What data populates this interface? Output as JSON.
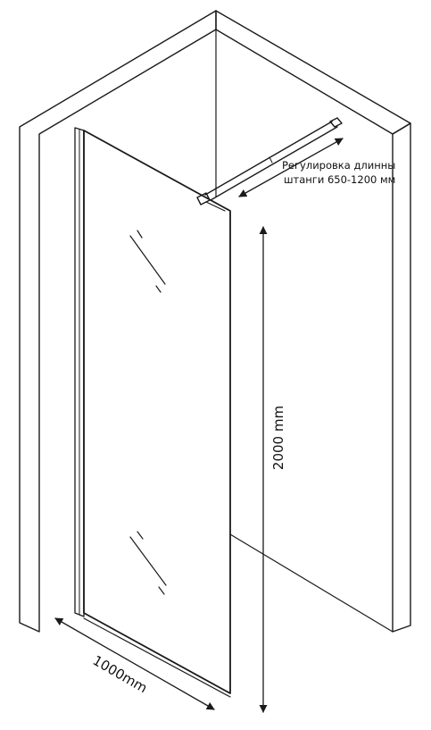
{
  "labels": {
    "rod_adjust_line1": "Регулировка длинны",
    "rod_adjust_line2": "штанги 650-1200 мм",
    "height": "2000 mm",
    "width": "1000mm"
  },
  "colors": {
    "line": "#1a1a1a",
    "background": "#ffffff"
  }
}
